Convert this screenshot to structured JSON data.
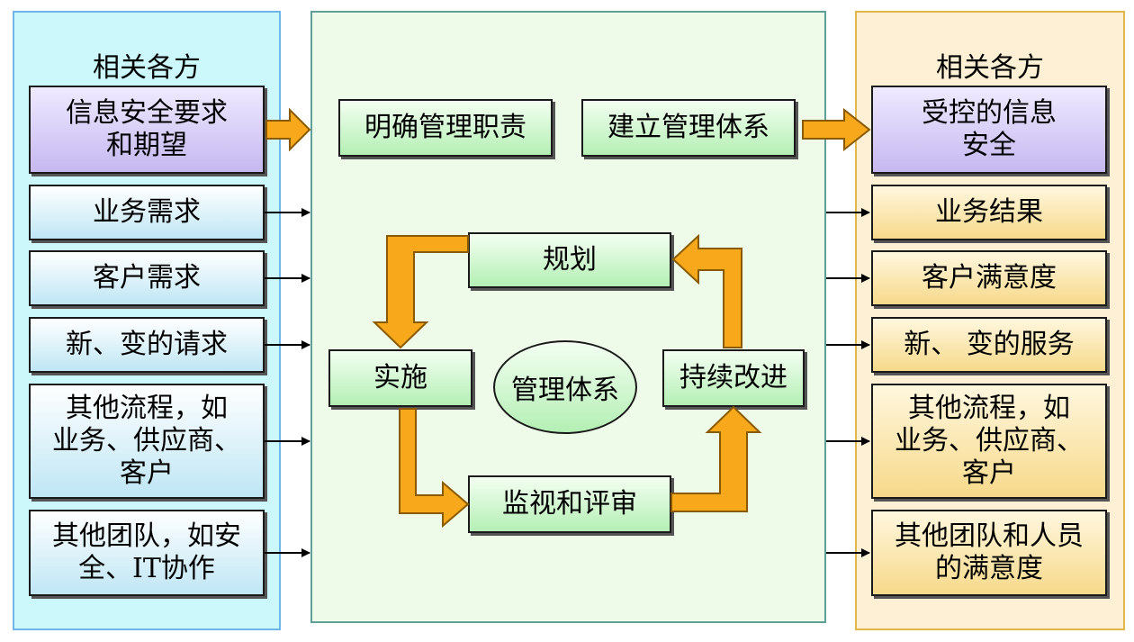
{
  "left_panel": {
    "title": "相关各方",
    "items": [
      {
        "label": "信息安全要求\n和期望"
      },
      {
        "label": "业务需求"
      },
      {
        "label": "客户需求"
      },
      {
        "label": "新、变的请求"
      },
      {
        "label": "其他流程，如\n业务、供应商、\n客户"
      },
      {
        "label": "其他团队，如安\n全、IT协作"
      }
    ]
  },
  "center_panel": {
    "top_boxes": [
      {
        "label": "明确管理职责"
      },
      {
        "label": "建立管理体系"
      }
    ],
    "cycle": {
      "plan": "规划",
      "implement": "实施",
      "monitor": "监视和评审",
      "improve": "持续改进",
      "center": "管理体系"
    }
  },
  "right_panel": {
    "title": "相关各方",
    "items": [
      {
        "label": "受控的信息\n安全"
      },
      {
        "label": "业务结果"
      },
      {
        "label": "客户满意度"
      },
      {
        "label": "新、 变的服务"
      },
      {
        "label": "其他流程，如\n业务、供应商、\n客户"
      },
      {
        "label": "其他团队和人员\n的满意度"
      }
    ]
  },
  "colors": {
    "arrow_fill": "#f7a81b",
    "arrow_outline": "#8a5a00",
    "left_panel_bg": "#ccf7fb",
    "center_panel_bg": "#eefbe8",
    "right_panel_bg": "#fdf0d4"
  }
}
